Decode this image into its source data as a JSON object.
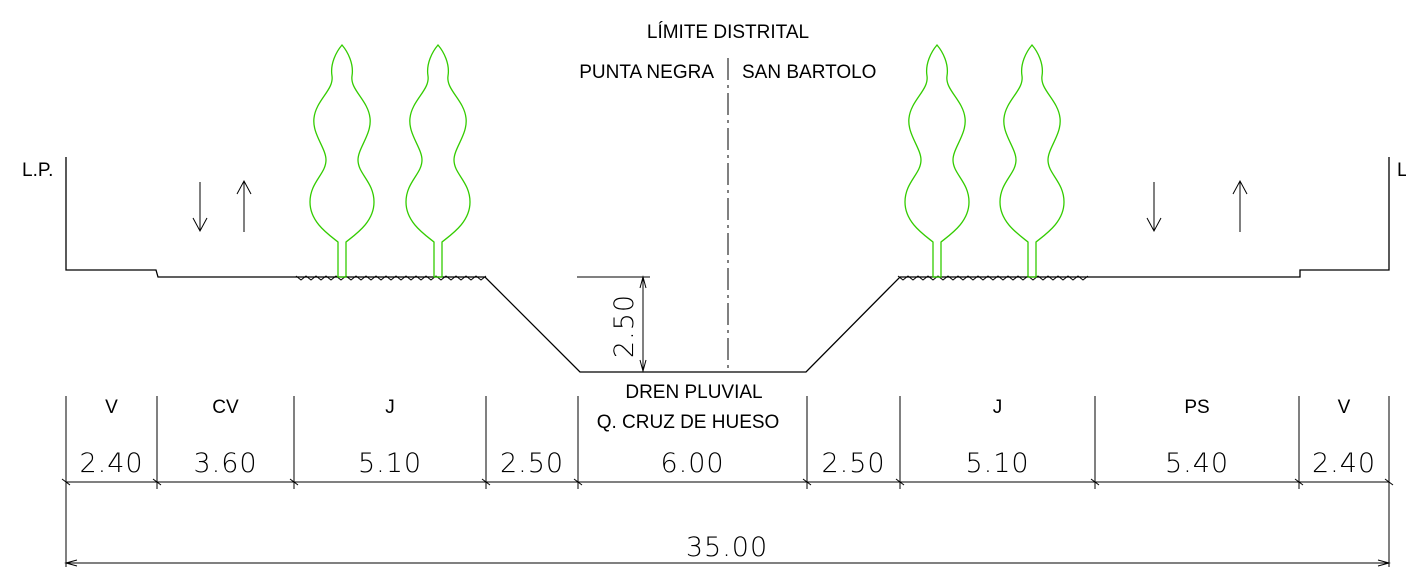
{
  "header": {
    "boundary_title": "LÍMITE DISTRITAL",
    "left_district": "PUNTA NEGRA",
    "right_district": "SAN BARTOLO"
  },
  "property_line_left": "L.P.",
  "property_line_right": "L",
  "drain": {
    "depth": "2.50",
    "label_line1": "DREN PLUVIAL",
    "label_line2": "Q. CRUZ DE HUESO"
  },
  "segments": [
    {
      "code": "V",
      "width": "2.40"
    },
    {
      "code": "CV",
      "width": "3.60"
    },
    {
      "code": "J",
      "width": "5.10"
    },
    {
      "code": "",
      "width": "2.50"
    },
    {
      "code": "",
      "width": "6.00"
    },
    {
      "code": "",
      "width": "2.50"
    },
    {
      "code": "J",
      "width": "5.10"
    },
    {
      "code": "PS",
      "width": "5.40"
    },
    {
      "code": "V",
      "width": "2.40"
    }
  ],
  "total_width": "35.00",
  "colors": {
    "tree": "#33cc00",
    "line": "#000000"
  }
}
